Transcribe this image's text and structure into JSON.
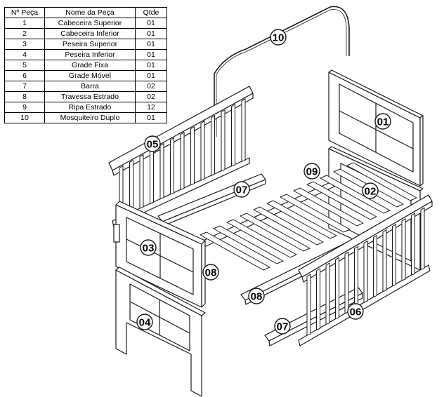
{
  "table": {
    "headers": [
      "Nº Peça",
      "Nome da Peça",
      "Qtde"
    ],
    "rows": [
      {
        "num": "1",
        "name": "Cabeceira Superior",
        "qty": "01"
      },
      {
        "num": "2",
        "name": "Cabeceira Inferior",
        "qty": "01"
      },
      {
        "num": "3",
        "name": "Peseira Superior",
        "qty": "01"
      },
      {
        "num": "4",
        "name": "Peseira Inferior",
        "qty": "01"
      },
      {
        "num": "5",
        "name": "Grade Fixa",
        "qty": "01"
      },
      {
        "num": "6",
        "name": "Grade Móvel",
        "qty": "01"
      },
      {
        "num": "7",
        "name": "Barra",
        "qty": "02"
      },
      {
        "num": "8",
        "name": "Travessa Estrado",
        "qty": "02"
      },
      {
        "num": "9",
        "name": "Ripa Estrado",
        "qty": "12"
      },
      {
        "num": "10",
        "name": "Mosquiteiro Duplo",
        "qty": "01"
      }
    ]
  },
  "callouts": {
    "c10": "10",
    "c01": "01",
    "c05": "05",
    "c09": "09",
    "c07a": "07",
    "c02": "02",
    "c03": "03",
    "c08a": "08",
    "c08b": "08",
    "c04": "04",
    "c06": "06",
    "c07b": "07"
  },
  "colors": {
    "line": "#1a1a1a",
    "paper": "#ffffff"
  }
}
